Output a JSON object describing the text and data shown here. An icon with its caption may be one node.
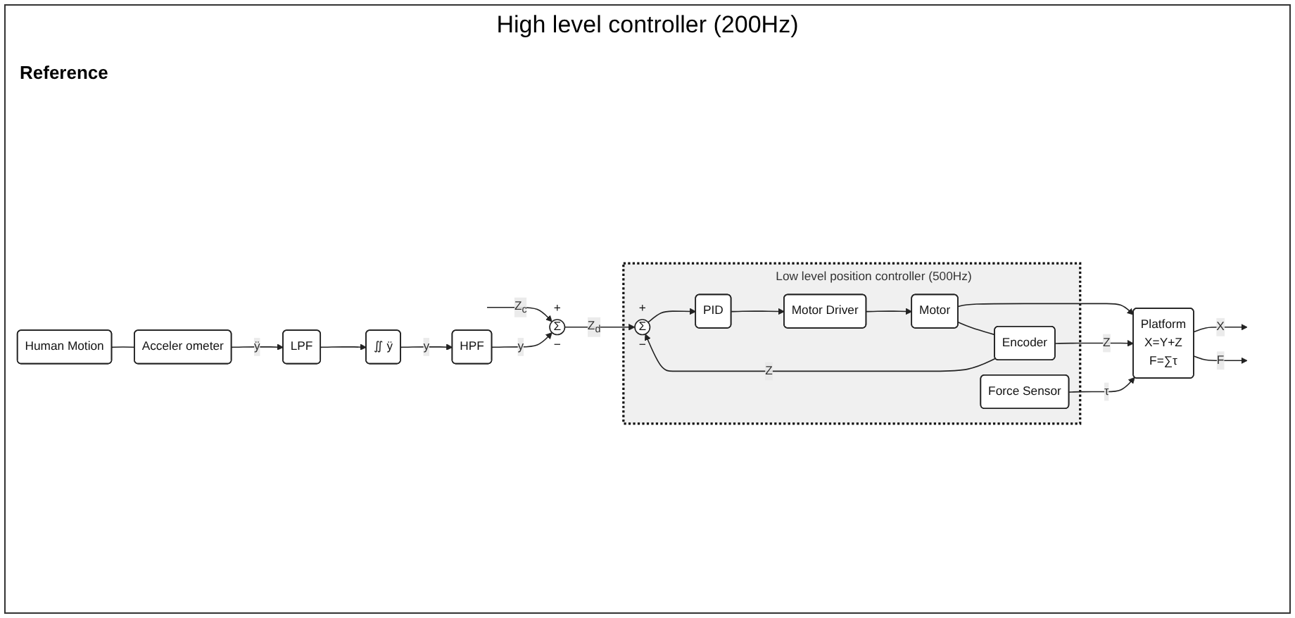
{
  "diagram": {
    "title": "High level controller (200Hz)",
    "nodes": [
      {
        "text": [
          "Low level position controller (500Hz)"
        ]
      },
      {
        "text": [
          "Σ"
        ],
        "beside": [
          "+",
          "−"
        ]
      },
      {
        "text": [
          "Σ"
        ],
        "beside": [
          "+",
          "−"
        ],
        "in": 0
      },
      {
        "text": [
          "PID"
        ],
        "in": 0
      },
      {
        "text": [
          "Motor Driver"
        ],
        "in": 0
      },
      {
        "text": [
          "Motor"
        ],
        "in": 0
      },
      {
        "text": [
          "Encoder"
        ],
        "in": 0
      },
      {
        "text": [
          "Force Sensor"
        ],
        "in": 0
      },
      {
        "text": [
          "Platform",
          "X=Y+Z",
          "F=∑τ"
        ]
      },
      {
        "text": [
          "HPF"
        ]
      },
      {
        "text": [
          "∬ ÿ"
        ]
      },
      {
        "text": [
          "LPF"
        ]
      },
      {
        "text": [
          "Acceler ometer"
        ]
      },
      {
        "text": [
          "Human Motion"
        ]
      }
    ],
    "edges": [
      {
        "from": null,
        "to": 1,
        "arrow": "to",
        "label": "Z$_{c}$"
      },
      {
        "from": 13,
        "to": 12,
        "arrow": "none"
      },
      {
        "from": 12,
        "to": 11,
        "arrow": "to",
        "label": "ÿ"
      },
      {
        "from": 11,
        "to": 10,
        "arrow": "to"
      },
      {
        "from": 10,
        "to": 9,
        "arrow": "to",
        "label": "y"
      },
      {
        "from": 9,
        "to": 1,
        "arrow": "to",
        "label": "y"
      },
      {
        "from": 1,
        "to": 2,
        "arrow": "to",
        "label": "Z$_{d}$"
      },
      {
        "from": 2,
        "to": 3,
        "arrow": "to"
      },
      {
        "from": 3,
        "to": 4,
        "arrow": "to"
      },
      {
        "from": 4,
        "to": 5,
        "arrow": "to"
      },
      {
        "from": 5,
        "to": 8,
        "arrow": "to"
      },
      {
        "from": 5,
        "to": 6,
        "arrow": "none"
      },
      {
        "from": 6,
        "to": 2,
        "arrow": "to",
        "label": "Z"
      },
      {
        "from": 6,
        "to": 8,
        "arrow": "to",
        "label": "Z"
      },
      {
        "from": 7,
        "to": 8,
        "arrow": "to",
        "label": "τ"
      },
      {
        "from": 8,
        "to": null,
        "arrow": "to",
        "label": "X"
      },
      {
        "from": 8,
        "to": null,
        "arrow": "to",
        "label": "F"
      }
    ],
    "labels": [
      "Reference"
    ]
  }
}
